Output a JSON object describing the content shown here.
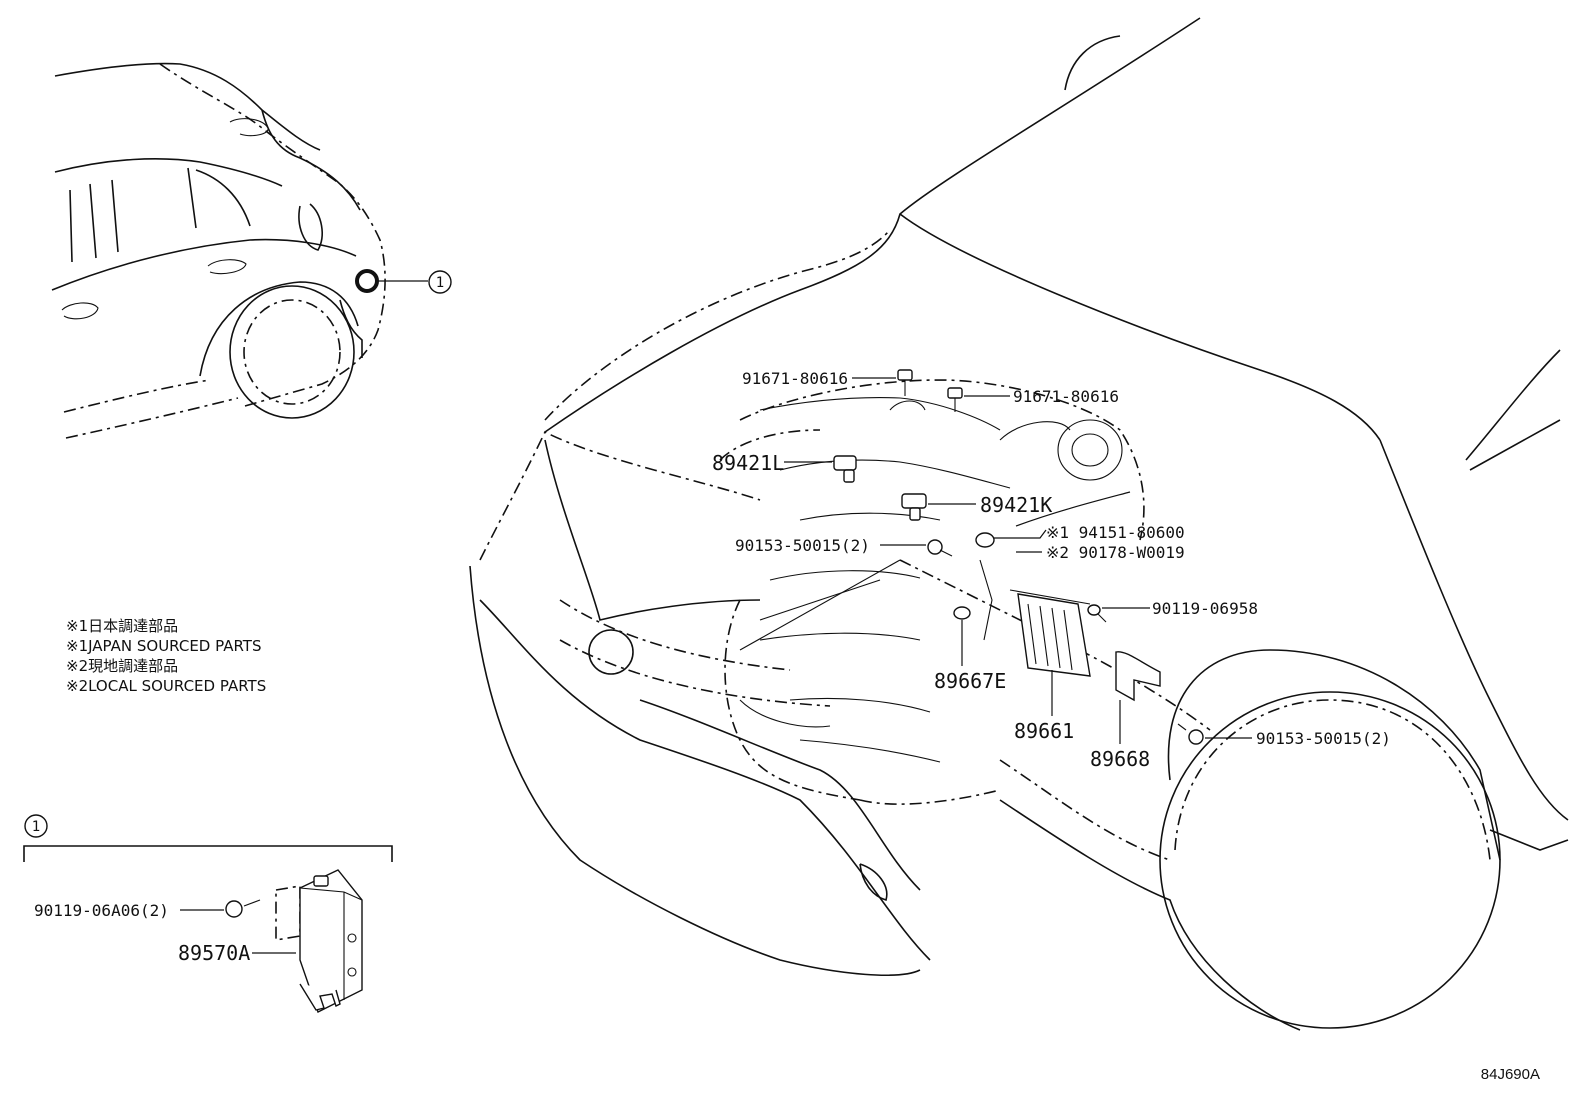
{
  "labels": {
    "p91671_a": "91671-80616",
    "p91671_b": "91671-80616",
    "p89421L": "89421L",
    "p89421K": "89421K",
    "p94151": "※1 94151-80600",
    "p90178": "※2 90178-W0019",
    "p90153_a": "90153-50015(2)",
    "p90119_06958": "90119-06958",
    "p89667E": "89667E",
    "p89661": "89661",
    "p89668": "89668",
    "p90153_b": "90153-50015(2)",
    "p90119_06A06": "90119-06A06(2)",
    "p89570A": "89570A",
    "callout_ref": "1",
    "callout_box": "1"
  },
  "notes": [
    "※1日本調達部品",
    "※1JAPAN SOURCED PARTS",
    "※2現地調達部品",
    "※2LOCAL SOURCED PARTS"
  ],
  "diagram_code": "84J690A"
}
